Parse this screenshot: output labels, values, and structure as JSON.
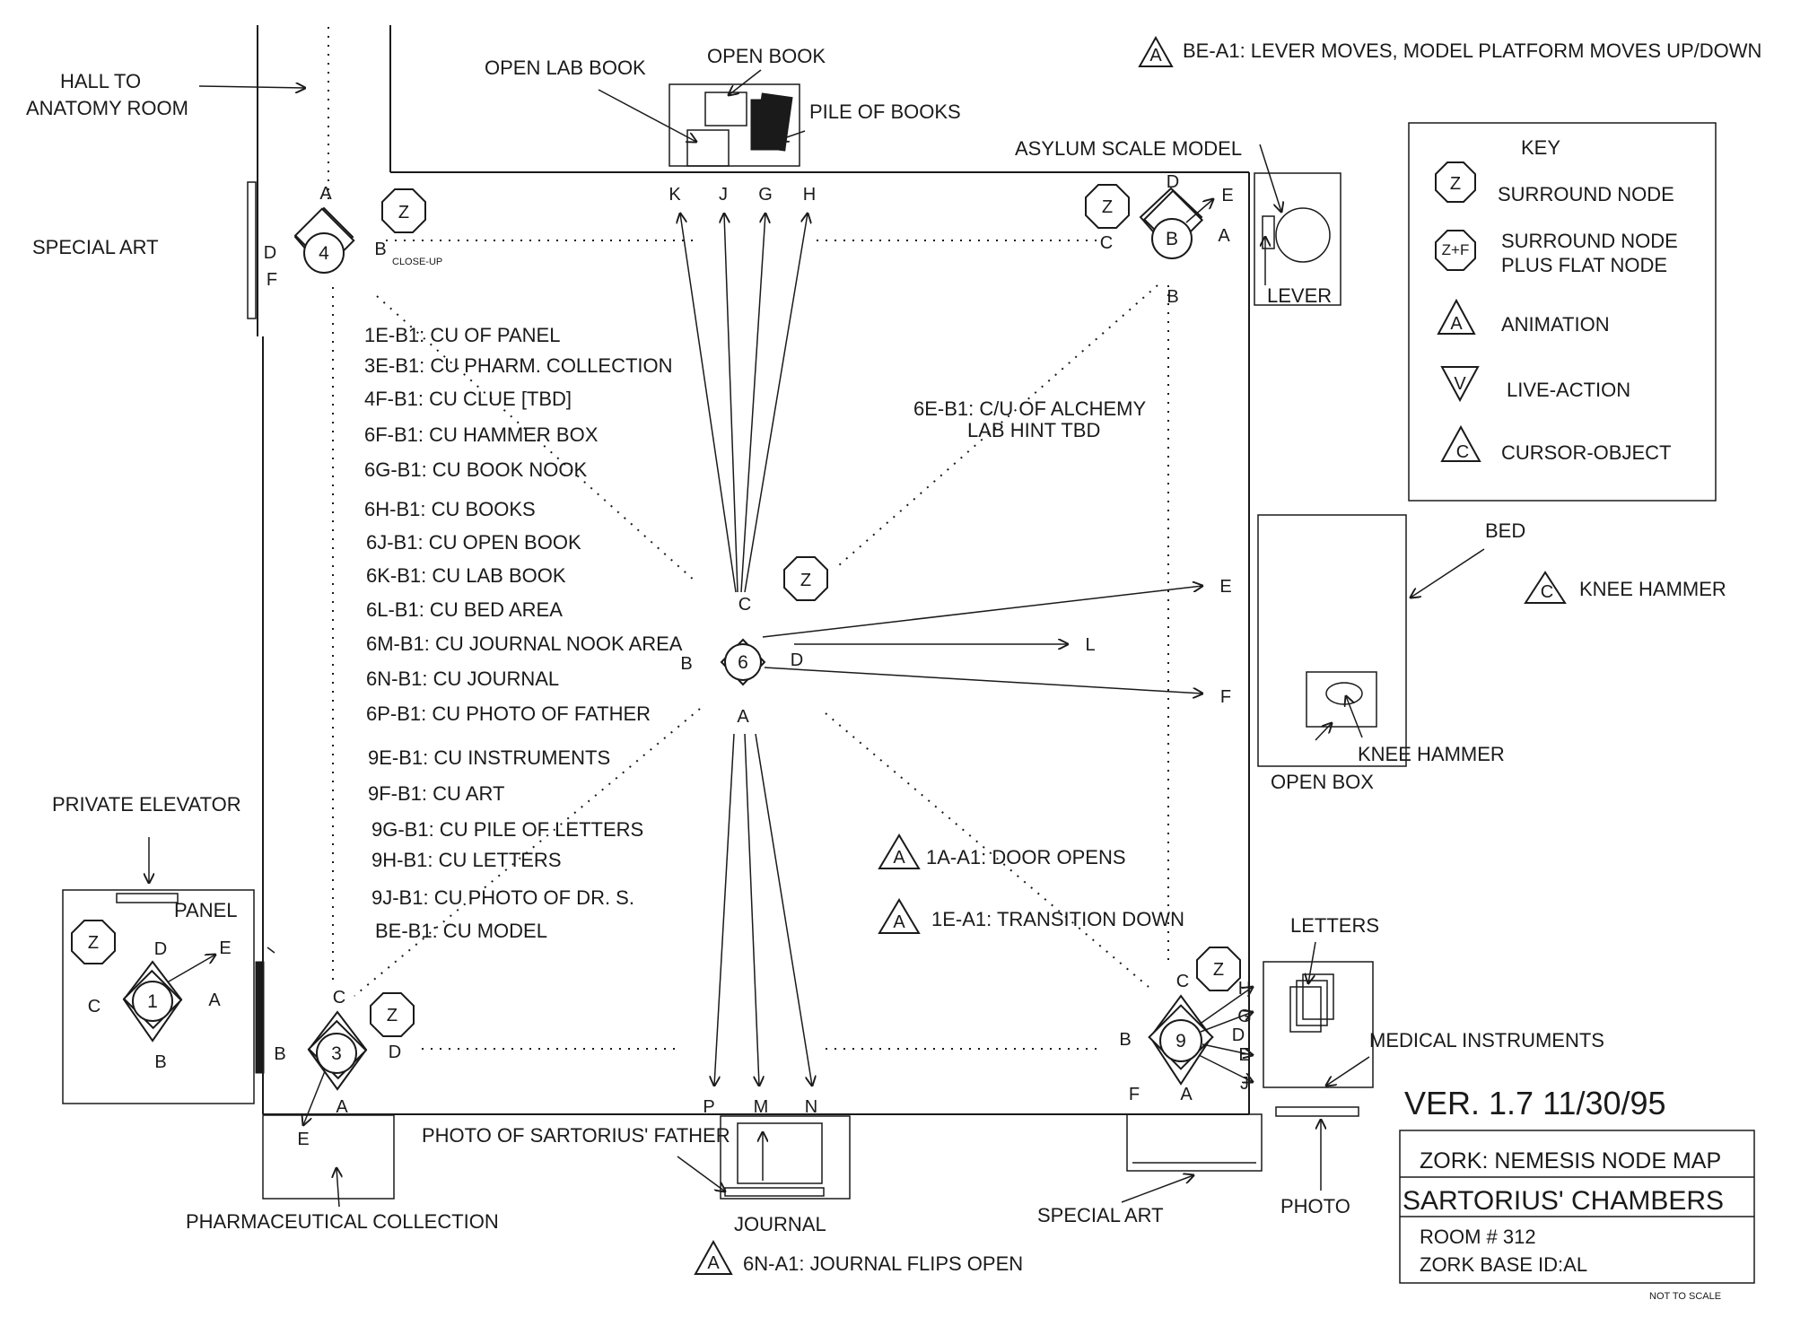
{
  "header_note": "BE-A1: LEVER MOVES, MODEL PLATFORM MOVES UP/DOWN",
  "symbols": {
    "surround": "Z",
    "surround_flat": "Z+F",
    "animation": "A",
    "live_action": "V",
    "cursor_object": "C"
  },
  "key": {
    "title": "KEY",
    "items": [
      "SURROUND NODE",
      "SURROUND NODE",
      "PLUS FLAT NODE",
      "ANIMATION",
      "LIVE-ACTION",
      "CURSOR-OBJECT"
    ]
  },
  "labels": {
    "hall": [
      "HALL TO",
      "ANATOMY ROOM"
    ],
    "open_lab_book": "OPEN LAB BOOK",
    "open_book": "OPEN BOOK",
    "pile_of_books": "PILE OF BOOKS",
    "asylum_model": "ASYLUM SCALE MODEL",
    "lever": "LEVER",
    "special_art_left": "SPECIAL ART",
    "close_up": "CLOSE-UP",
    "alchemy_hint": [
      "6E-B1: C/U OF ALCHEMY",
      "LAB HINT TBD"
    ],
    "bed": "BED",
    "knee_hammer_key": "KNEE HAMMER",
    "knee_hammer": "KNEE HAMMER",
    "open_box": "OPEN BOX",
    "private_elevator": "PRIVATE ELEVATOR",
    "panel": "PANEL",
    "letters": "LETTERS",
    "medical_instruments": "MEDICAL INSTRUMENTS",
    "photo_father": "PHOTO OF SARTORIUS' FATHER",
    "pharm_collection": "PHARMACEUTICAL COLLECTION",
    "journal": "JOURNAL",
    "special_art_bottom": "SPECIAL ART",
    "photo": "PHOTO",
    "door_opens": "1A-A1: DOOR OPENS",
    "transition_down": "1E-A1: TRANSITION DOWN",
    "journal_flips": "6N-A1: JOURNAL FLIPS OPEN"
  },
  "closeups": [
    "1E-B1: CU OF PANEL",
    "3E-B1: CU PHARM. COLLECTION",
    "4F-B1: CU CLUE [TBD]",
    "6F-B1: CU HAMMER BOX",
    "6G-B1: CU BOOK NOOK",
    "6H-B1: CU BOOKS",
    "6J-B1: CU OPEN BOOK",
    "6K-B1: CU LAB BOOK",
    "6L-B1: CU BED AREA",
    "6M-B1: CU JOURNAL NOOK AREA",
    "6N-B1: CU JOURNAL",
    "6P-B1: CU PHOTO OF FATHER",
    "9E-B1: CU INSTRUMENTS",
    "9F-B1: CU ART",
    "9G-B1: CU PILE OF LETTERS",
    "9H-B1: CU LETTERS",
    "9J-B1: CU PHOTO OF DR. S.",
    "BE-B1: CU MODEL"
  ],
  "nodes": {
    "n1": {
      "id": "1",
      "dirs": [
        "A",
        "B",
        "C",
        "D",
        "E"
      ]
    },
    "n3": {
      "id": "3",
      "dirs": [
        "A",
        "B",
        "C",
        "D",
        "E"
      ]
    },
    "n4": {
      "id": "4",
      "dirs": [
        "A",
        "B",
        "D",
        "F"
      ]
    },
    "n6": {
      "id": "6",
      "dirs": [
        "A",
        "B",
        "C",
        "D",
        "E",
        "F",
        "L",
        "K",
        "J",
        "G",
        "H",
        "P",
        "M",
        "N"
      ]
    },
    "n9": {
      "id": "9",
      "dirs": [
        "A",
        "B",
        "C",
        "D",
        "E",
        "F",
        "G",
        "H",
        "J"
      ]
    },
    "nB": {
      "id": "B",
      "dirs": [
        "A",
        "B",
        "C",
        "D",
        "E"
      ]
    }
  },
  "version": "VER. 1.7   11/30/95",
  "title_block": {
    "line1": "ZORK: NEMESIS NODE MAP",
    "line2": "SARTORIUS' CHAMBERS",
    "line3": "ROOM # 312",
    "line4": "ZORK BASE ID:AL"
  },
  "not_to_scale": "NOT TO SCALE"
}
